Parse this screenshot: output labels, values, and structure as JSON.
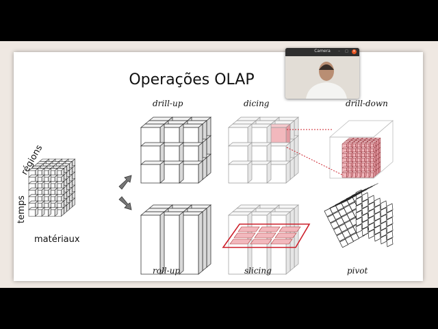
{
  "slide": {
    "title": "Operações OLAP",
    "cube_axes": {
      "regions": "régions",
      "time": "temps",
      "materials": "matériaux"
    },
    "operations": {
      "drill_up": "drill-up",
      "dicing": "dicing",
      "drill_down": "drill-down",
      "roll_up": "roll-up",
      "slicing": "slicing",
      "pivot": "pivot"
    }
  },
  "camera_window": {
    "title": "Camera",
    "controls": [
      "–",
      "□",
      "×"
    ]
  },
  "colors": {
    "highlight_fill": "#f2b8bd",
    "highlight_stroke": "#cc1f2a",
    "slide_bg": "#ffffff",
    "desktop_bg": "#efe8e2",
    "close_button": "#e95420"
  }
}
